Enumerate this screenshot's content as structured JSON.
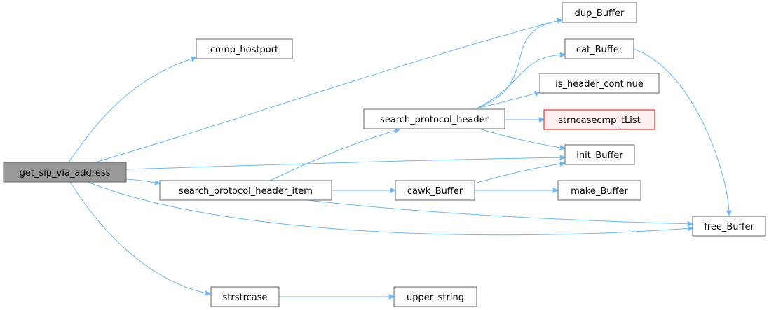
{
  "colors": {
    "edge": "#63b8ff",
    "node_border": "#666666",
    "root_fill": "#999999",
    "warn_border": "#ff0000",
    "warn_fill": "#fff0f0"
  },
  "nodes": {
    "get_sip_via_address": "get_sip_via_address",
    "comp_hostport": "comp_hostport",
    "dup_Buffer": "dup_Buffer",
    "cat_Buffer": "cat_Buffer",
    "is_header_continue": "is_header_continue",
    "search_protocol_header": "search_protocol_header",
    "strncasecmp_tList": "strncasecmp_tList",
    "init_Buffer": "init_Buffer",
    "search_protocol_header_item": "search_protocol_header_item",
    "cawk_Buffer": "cawk_Buffer",
    "make_Buffer": "make_Buffer",
    "free_Buffer": "free_Buffer",
    "strstrcase": "strstrcase",
    "upper_string": "upper_string"
  }
}
